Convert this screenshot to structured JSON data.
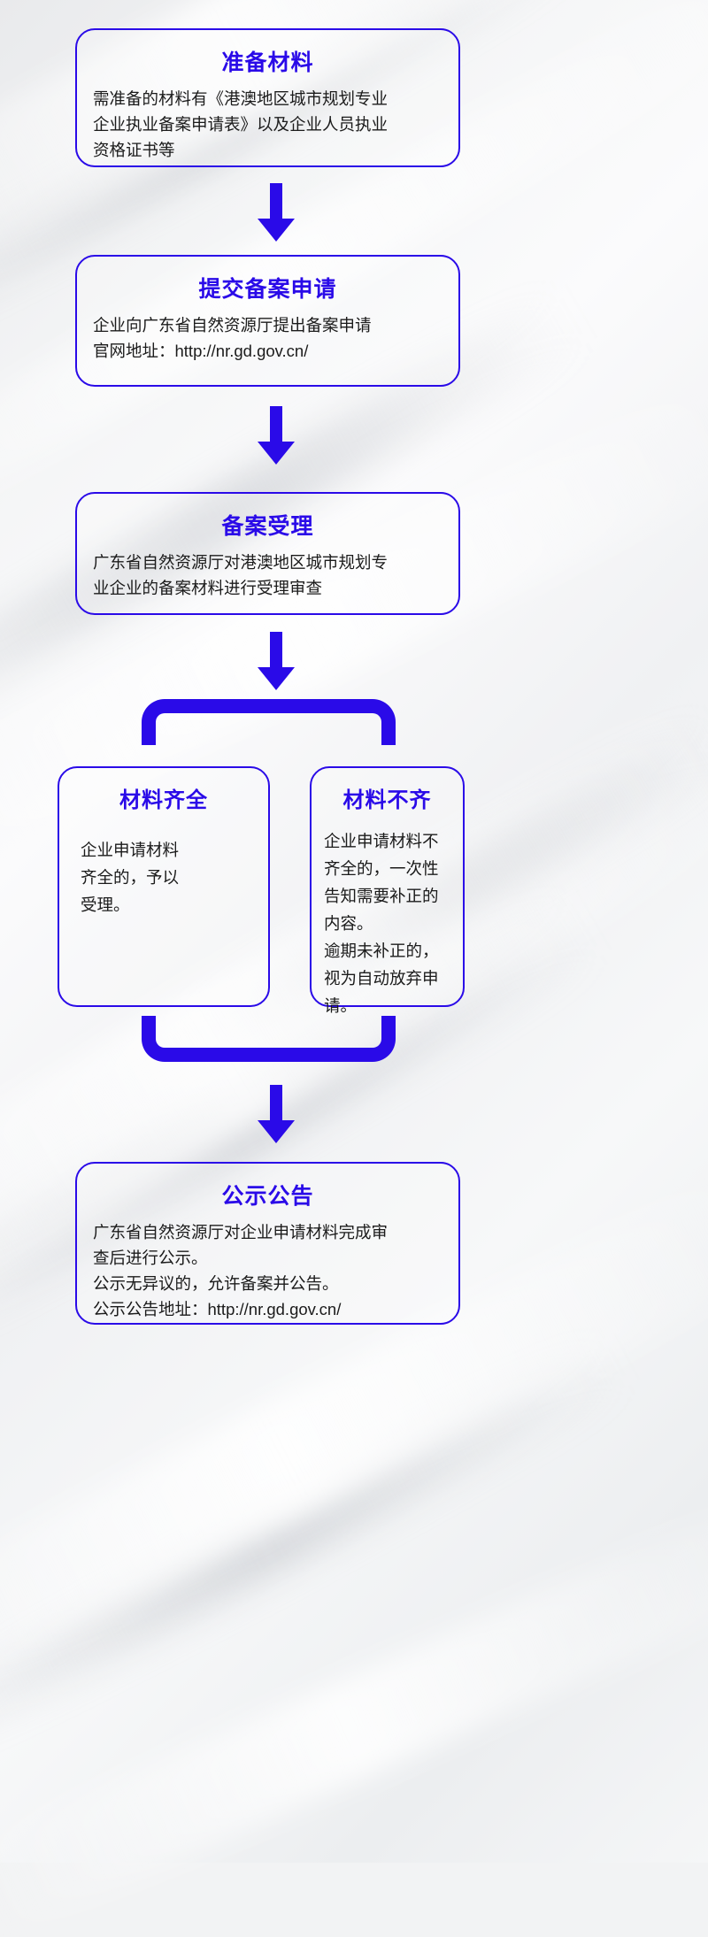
{
  "theme": {
    "accent_color": "#2a0ae8",
    "text_color": "#1b1b1b",
    "background_color": "#f2f3f4"
  },
  "flow": {
    "steps": [
      {
        "id": "prepare",
        "title": "准备材料",
        "body": "需准备的材料有《港澳地区城市规划专业\n企业执业备案申请表》以及企业人员执业\n资格证书等"
      },
      {
        "id": "submit",
        "title": "提交备案申请",
        "body": "企业向广东省自然资源厅提出备案申请\n官网地址：http://nr.gd.gov.cn/"
      },
      {
        "id": "accept",
        "title": "备案受理",
        "body": "广东省自然资源厅对港澳地区城市规划专\n业企业的备案材料进行受理审查"
      }
    ],
    "branches": [
      {
        "id": "complete",
        "title": "材料齐全",
        "body": "企业申请材料\n齐全的，予以\n受理。"
      },
      {
        "id": "incomplete",
        "title": "材料不齐",
        "body": "企业申请材料不\n齐全的，一次性\n告知需要补正的\n内容。\n逾期未补正的，\n视为自动放弃申\n请。"
      }
    ],
    "final": {
      "id": "notice",
      "title": "公示公告",
      "body": "广东省自然资源厅对企业申请材料完成审\n查后进行公示。\n公示无异议的，允许备案并公告。\n公示公告地址：http://nr.gd.gov.cn/"
    },
    "connectors": {
      "arrow_1": "down-arrow",
      "arrow_2": "down-arrow",
      "arrow_3": "down-arrow",
      "arrow_4": "down-arrow",
      "split": "split-connector",
      "merge": "merge-connector"
    }
  }
}
